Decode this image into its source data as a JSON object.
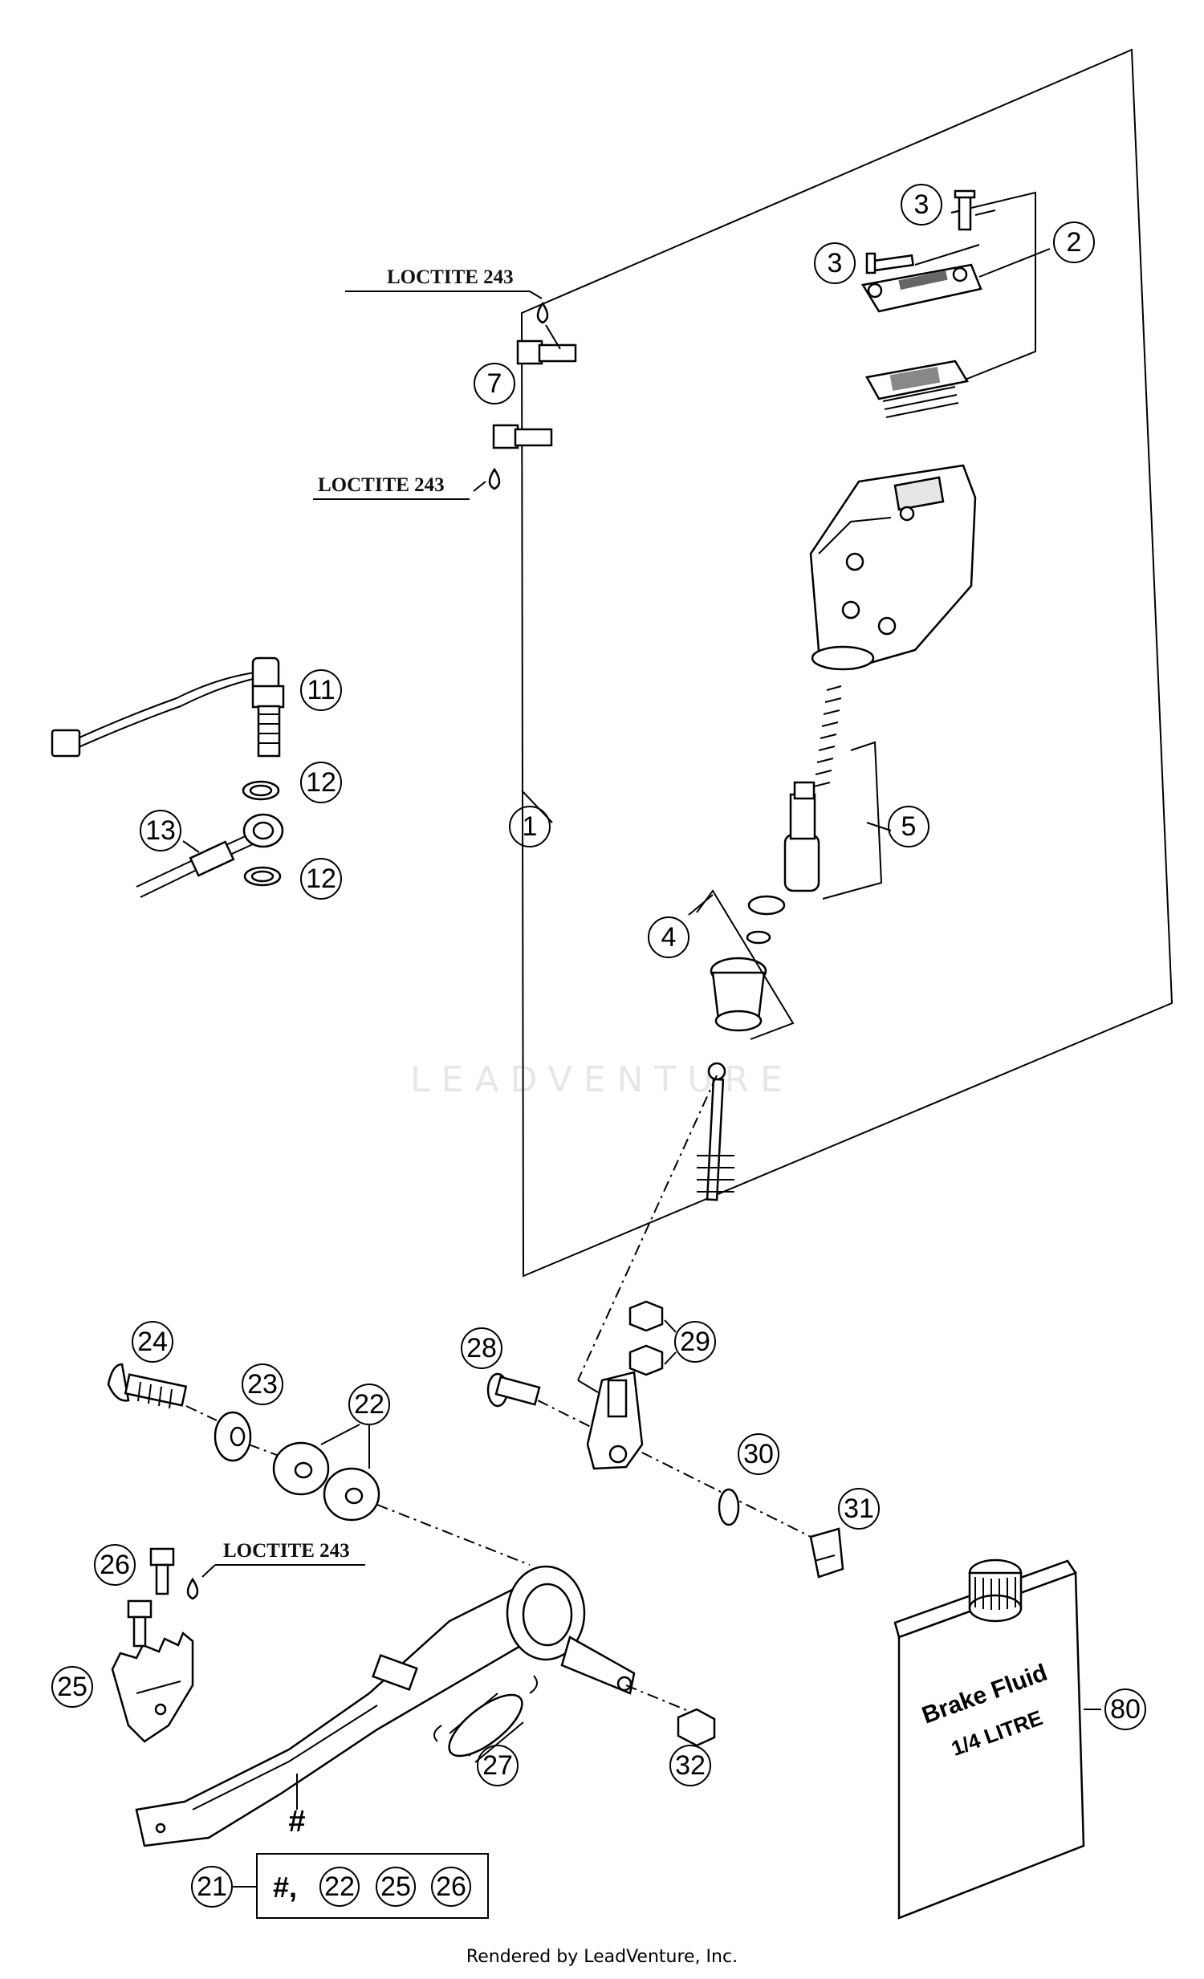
{
  "loctite_label": "LOCTITE 243",
  "callouts": {
    "c1": "1",
    "c2": "2",
    "c3a": "3",
    "c3b": "3",
    "c4": "4",
    "c5": "5",
    "c7": "7",
    "c11": "11",
    "c12a": "12",
    "c12b": "12",
    "c13": "13",
    "c21": "21",
    "c22": "22",
    "c23": "23",
    "c24": "24",
    "c25": "25",
    "c26": "26",
    "c27": "27",
    "c28": "28",
    "c29": "29",
    "c30": "30",
    "c31": "31",
    "c32": "32",
    "c80": "80"
  },
  "hash_mark": "#",
  "kit_box": {
    "hash": "#,",
    "items": [
      "22",
      "25",
      "26"
    ]
  },
  "bottle": {
    "line1": "Brake Fluid",
    "line2": "1/4 LITRE"
  },
  "watermark": "LEADVENTURE",
  "footer": "Rendered by LeadVenture, Inc."
}
